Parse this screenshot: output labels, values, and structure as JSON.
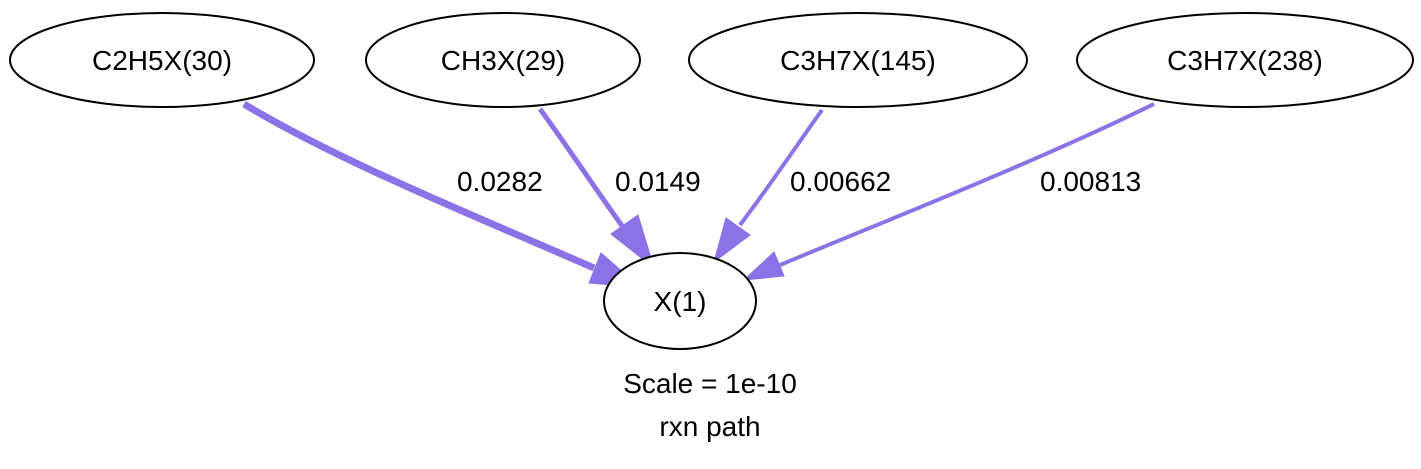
{
  "diagram": {
    "edge_color": "#8a73e6",
    "nodes": {
      "c2h5x": "C2H5X(30)",
      "ch3x": "CH3X(29)",
      "c3h7x_145": "C3H7X(145)",
      "c3h7x_238": "C3H7X(238)",
      "x1": "X(1)"
    },
    "edges": [
      {
        "from": "C2H5X(30)",
        "to": "X(1)",
        "label": "0.0282"
      },
      {
        "from": "CH3X(29)",
        "to": "X(1)",
        "label": "0.0149"
      },
      {
        "from": "C3H7X(145)",
        "to": "X(1)",
        "label": "0.00662"
      },
      {
        "from": "C3H7X(238)",
        "to": "X(1)",
        "label": "0.00813"
      }
    ],
    "caption": {
      "line1": "Scale = 1e-10",
      "line2": "rxn path"
    }
  }
}
